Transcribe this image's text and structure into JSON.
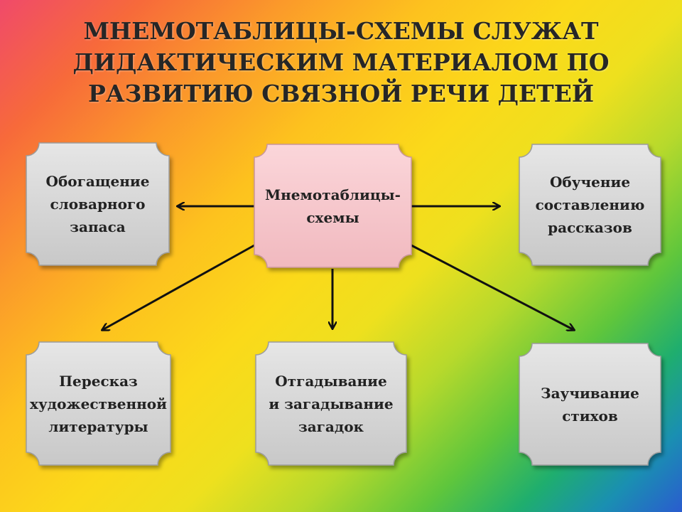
{
  "title": {
    "line1": "МНЕМОТАБЛИЦЫ-СХЕМЫ СЛУЖАТ",
    "line2": "ДИДАКТИЧЕСКИМ МАТЕРИАЛОМ ПО",
    "line3": "РАЗВИТИЮ СВЯЗНОЙ РЕЧИ ДЕТЕЙ"
  },
  "colors": {
    "center_fill": "#f7c7cc",
    "node_fill": "#d9d9d9",
    "arrow": "#111111"
  },
  "nodes": {
    "center": {
      "line1": "Мнемотаблицы-",
      "line2": "схемы"
    },
    "vocabulary": {
      "line1": "Обогащение",
      "line2": "словарного",
      "line3": "запаса"
    },
    "storytelling": {
      "line1": "Обучение",
      "line2": "составлению",
      "line3": "рассказов"
    },
    "retelling": {
      "line1": "Пересказ",
      "line2": "художественной",
      "line3": "литературы"
    },
    "riddles": {
      "line1": "Отгадывание",
      "line2": "и загадывание",
      "line3": "загадок"
    },
    "poems": {
      "line1": "Заучивание",
      "line2": "стихов"
    }
  }
}
